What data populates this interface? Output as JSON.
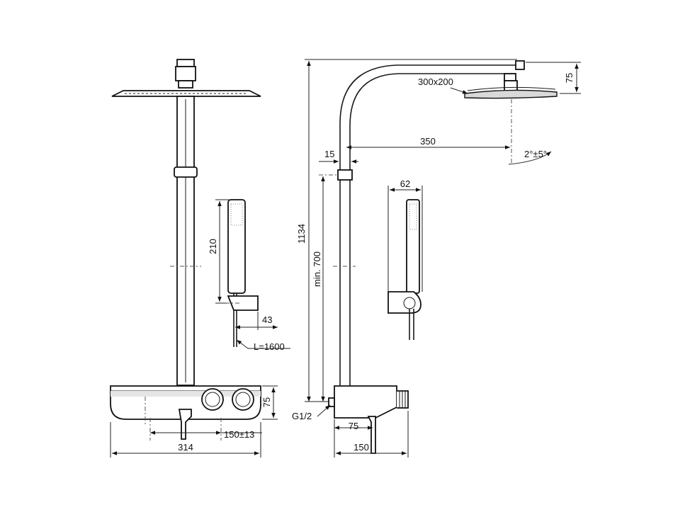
{
  "front_view": {
    "hand_shower_length": "210",
    "holder_depth": "43",
    "hose_length": "L=1600",
    "body_height": "75",
    "outlet_spacing": "150±13",
    "body_width": "314"
  },
  "side_view": {
    "total_height": "1134",
    "head_size": "300x200",
    "arm_height": "75",
    "arm_reach": "350",
    "pipe_diameter": "15",
    "tilt_angle": "2°±5°",
    "min_height": "min. 700",
    "connection": "G1/2",
    "outlet_offset": "75",
    "body_depth": "150"
  },
  "hand_shower_side": {
    "width": "62"
  }
}
